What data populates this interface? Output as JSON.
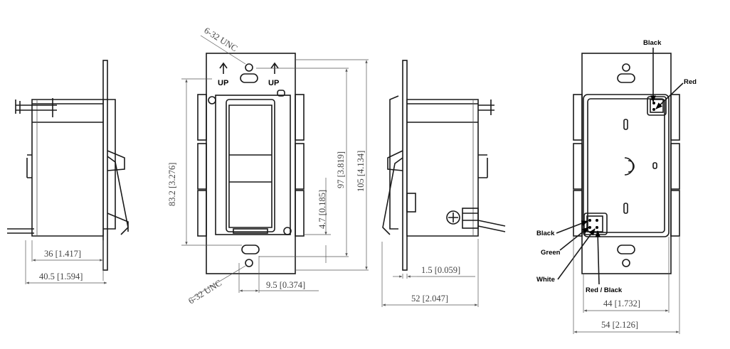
{
  "dimensions": {
    "depth_box": "36 [1.417]",
    "depth_total": "40.5 [1.594]",
    "screw_top": "6-32 UNC",
    "screw_bottom": "6-32 UNC",
    "height_inner": "83.2 [3.276]",
    "offset_small": "4.7 [0.185]",
    "height_mid": "97 [3.819]",
    "height_total": "105 [4.134]",
    "screw_offset": "9.5 [0.374]",
    "plate_thickness": "1.5 [0.059]",
    "depth_side": "52 [2.047]",
    "width_box": "44 [1.732]",
    "width_plate": "54 [2.126]"
  },
  "front_view": {
    "up_label_left": "UP",
    "up_label_right": "UP"
  },
  "wires": {
    "top_black": "Black",
    "top_red": "Red",
    "bottom_black": "Black",
    "bottom_green": "Green",
    "bottom_white": "White",
    "bottom_red_black": "Red / Black"
  }
}
